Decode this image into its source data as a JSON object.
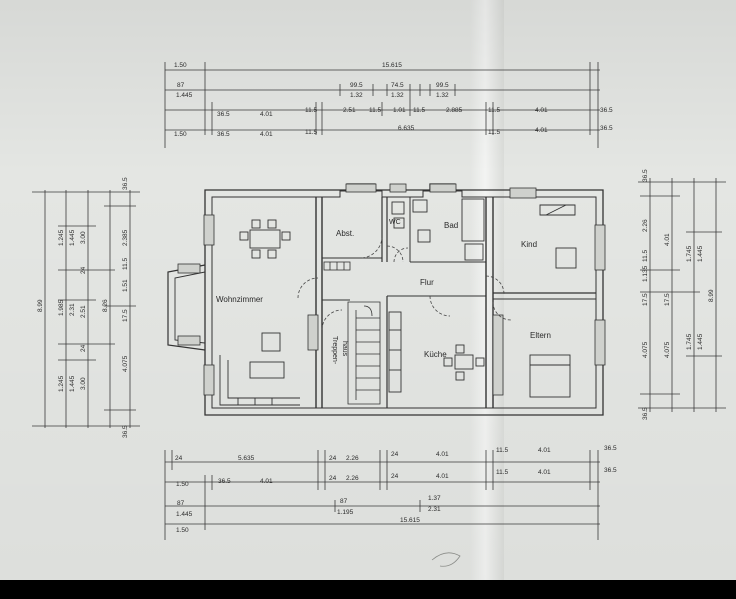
{
  "plan": {
    "rooms": {
      "wohnzimmer": "Wohnzimmer",
      "abst": "Abst.",
      "wc": "WC",
      "bad": "Bad",
      "kind": "Kind",
      "flur": "Flur",
      "treppenhaus": "Treppen-\nhaus",
      "treppen": "Treppen-",
      "haus": "haus",
      "kueche": "Küche",
      "eltern": "Eltern"
    },
    "top_dims": {
      "row1": [
        "1.50",
        "15.615"
      ],
      "row2": [
        "87",
        "1.445",
        "99.5",
        "1.32",
        "74.5",
        "1.32",
        "99.5",
        "1.32"
      ],
      "row3": [
        "36.5",
        "4.01",
        "11.5",
        "2.51",
        "11.5",
        "1.01",
        "11.5",
        "2.885",
        "11.5",
        "4.01",
        "36.5"
      ],
      "row4": [
        "1.50",
        "36.5",
        "4.01",
        "11.5",
        "6.635",
        "11.5",
        "4.01",
        "36.5"
      ]
    },
    "bottom_dims": {
      "row1": [
        "24",
        "5.635",
        "24",
        "2.26",
        "24",
        "4.01",
        "11.5",
        "4.01",
        "36.5"
      ],
      "row2": [
        "1.50",
        "36.5",
        "4.01",
        "24",
        "2.26",
        "24",
        "4.01",
        "11.5",
        "4.01",
        "36.5"
      ],
      "row3": [
        "87",
        "1.445",
        "87",
        "1.195",
        "1.37",
        "2.31"
      ],
      "row4": [
        "1.50",
        "15.615"
      ]
    },
    "left_dims": {
      "col1": [
        "8.99"
      ],
      "col2": [
        "1.245",
        "1.445",
        "1.985",
        "2.31",
        "1.245",
        "1.445"
      ],
      "col3": [
        "3.00",
        "24",
        "2.51",
        "24",
        "3.00"
      ],
      "col4": [
        "36.5",
        "2.385",
        "11.5",
        "8.26",
        "1.51",
        "17.5",
        "4.075",
        "36.5"
      ]
    },
    "right_dims": {
      "col1": [
        "36.5",
        "2.26",
        "11.5",
        "1.135",
        "17.5",
        "4.075",
        "36.5"
      ],
      "col2": [
        "4.01",
        "17.5",
        "4.075"
      ],
      "col3": [
        "1.745",
        "1.445",
        "1.745",
        "1.445"
      ],
      "col4": [
        "8.99"
      ]
    }
  }
}
